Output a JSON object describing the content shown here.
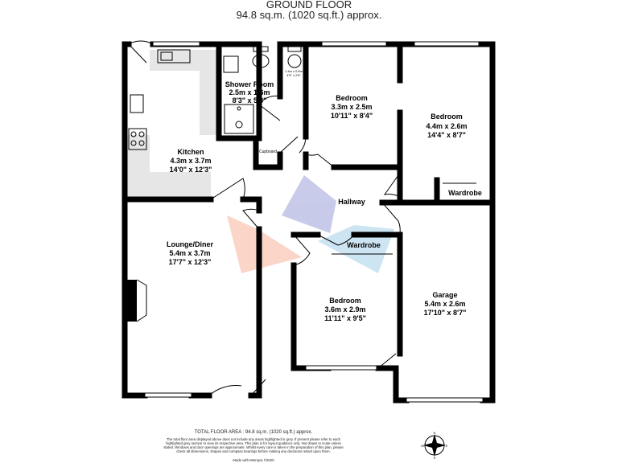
{
  "header": {
    "title": "GROUND FLOOR",
    "area": "94.8 sq.m. (1020 sq.ft.) approx."
  },
  "rooms": {
    "kitchen": {
      "name": "Kitchen",
      "metric": "4.3m x 3.7m",
      "imperial": "14'0\" x 12'3\""
    },
    "shower": {
      "name": "Shower Room",
      "metric": "2.5m x 1.6m",
      "imperial": "8'3\" x 5'3\""
    },
    "wc": {
      "metric": "1.4m x 0.8m",
      "imperial": "4'5\" x 2'6\""
    },
    "bedroom1": {
      "name": "Bedroom",
      "metric": "3.3m x 2.5m",
      "imperial": "10'11\" x 8'4\""
    },
    "bedroom2": {
      "name": "Bedroom",
      "metric": "4.4m x 2.6m",
      "imperial": "14'4\" x 8'7\""
    },
    "wardrobe1": {
      "name": "Wardrobe"
    },
    "cupboard": {
      "name": "Cupboard"
    },
    "hallway": {
      "name": "Hallway"
    },
    "lounge": {
      "name": "Lounge/Diner",
      "metric": "5.4m x 3.7m",
      "imperial": "17'7\" x 12'3\""
    },
    "wardrobe2": {
      "name": "Wardrobe"
    },
    "bedroom3": {
      "name": "Bedroom",
      "metric": "3.6m x 2.9m",
      "imperial": "11'11\" x 9'5\""
    },
    "garage": {
      "name": "Garage",
      "metric": "5.4m x 2.6m",
      "imperial": "17'10\" x 8'7\""
    }
  },
  "footer": {
    "total": "TOTAL FLOOR AREA : 94.8 sq.m. (1020 sq.ft.) approx.",
    "disclaimer": "The total floor area displayed above does not include any areas highlighted in grey. If present please refer to each highlighted grey section to view its respective area. This plan is for layout guidance only. Not drawn to scale unless stated. Windows and door openings are approximate. Whilst every care is taken in the preparation of this plan, please check all dimensions, shapes and compass bearings before making any decisions reliant upon them.",
    "made_with": "Made with Metropix ©2025"
  },
  "compass": {
    "icon": "compass-icon",
    "letters": [
      "N",
      "E",
      "S",
      "W"
    ]
  },
  "colors": {
    "wall": "#000000",
    "grey_area": "#e6e6e6",
    "watermark_blue": "#7f86c9",
    "watermark_orange": "#f4a58a"
  }
}
